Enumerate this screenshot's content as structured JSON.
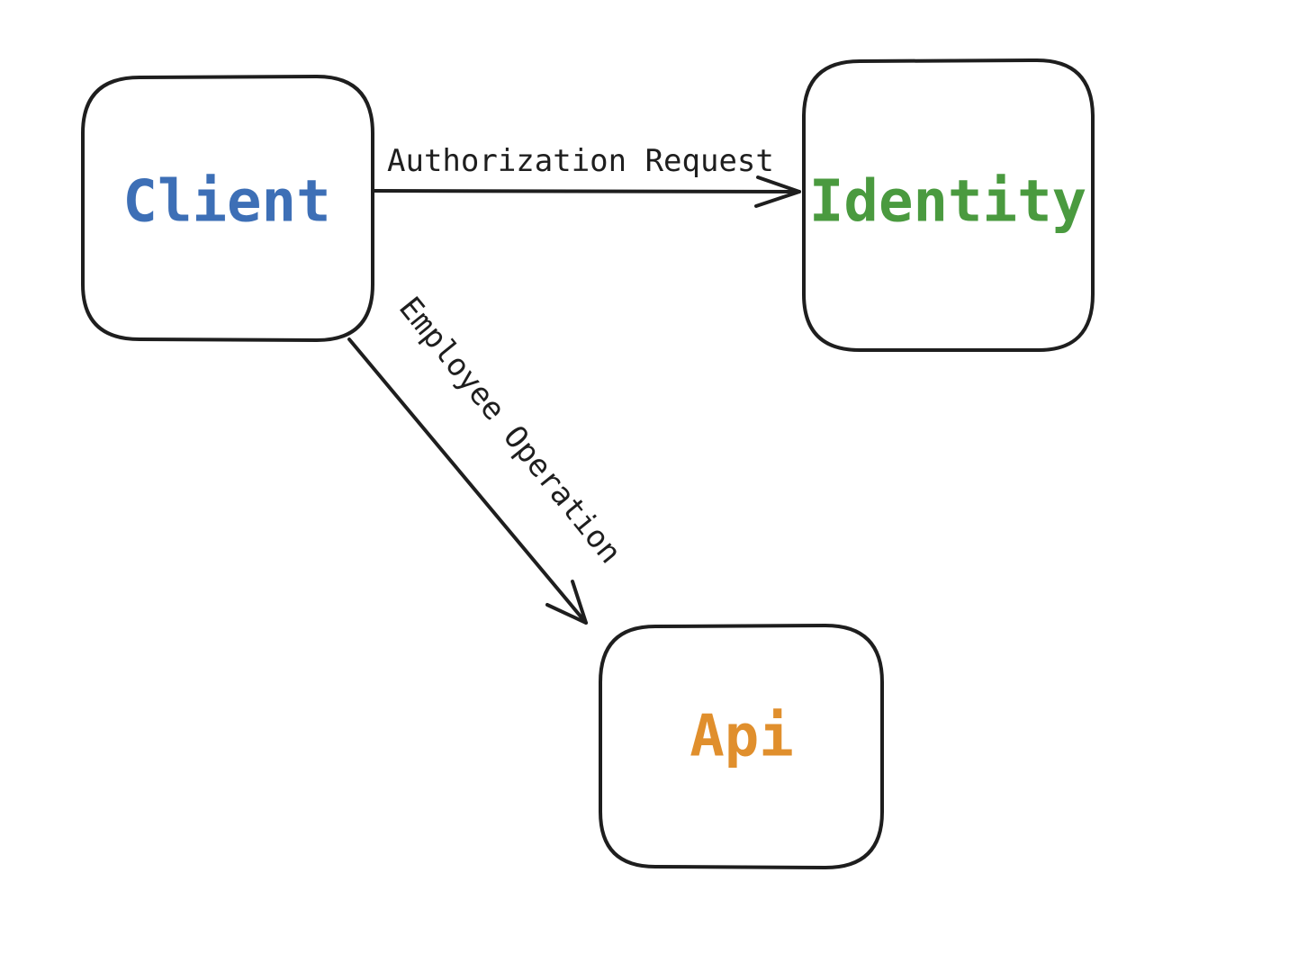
{
  "nodes": [
    {
      "id": "client",
      "label": "Client",
      "color": "#3d6fb6"
    },
    {
      "id": "identity",
      "label": "Identity",
      "color": "#4a9a3f"
    },
    {
      "id": "api",
      "label": "Api",
      "color": "#e08f2d"
    }
  ],
  "edges": [
    {
      "id": "auth",
      "from": "client",
      "to": "identity",
      "label": "Authorization Request"
    },
    {
      "id": "employee",
      "from": "client",
      "to": "api",
      "label": "Employee Operation"
    }
  ],
  "colors": {
    "stroke": "#1e1e1e",
    "background": "#ffffff"
  }
}
